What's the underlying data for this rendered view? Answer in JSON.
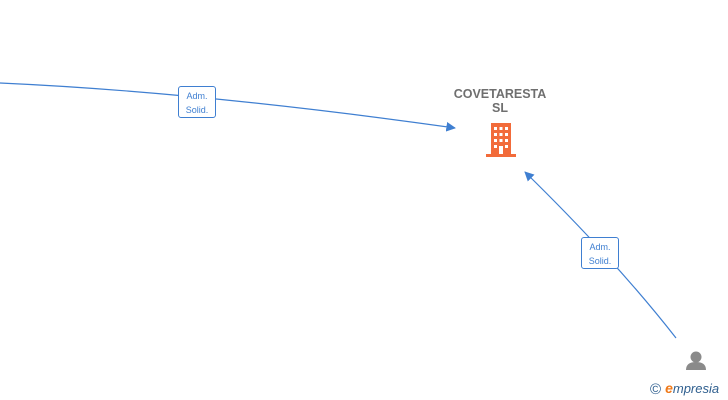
{
  "company": {
    "name_line1": "COVETARESTA",
    "name_line2": "SL",
    "icon": "building-icon",
    "icon_color": "#f26b3a"
  },
  "edges": [
    {
      "label_line1": "Adm.",
      "label_line2": "Solid."
    },
    {
      "label_line1": "Adm.",
      "label_line2": "Solid."
    }
  ],
  "person": {
    "icon": "person-icon",
    "icon_color": "#8a8a8a"
  },
  "brand": {
    "copyright_symbol": "©",
    "e_letter": "e",
    "rest": "mpresia",
    "accent_color": "#f07a1a",
    "text_color": "#2f5f8f"
  },
  "edge_color": "#3f7fd1"
}
